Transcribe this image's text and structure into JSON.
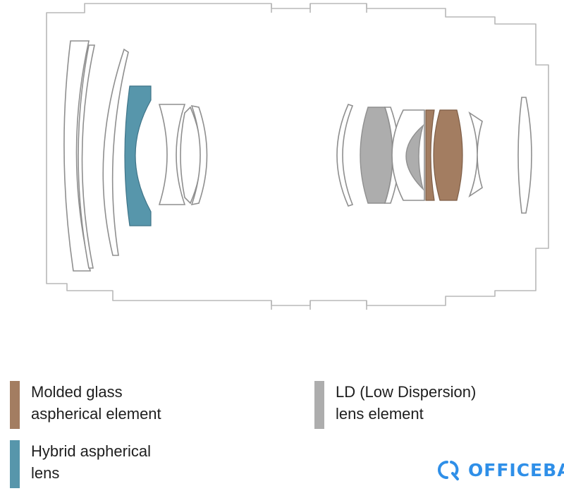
{
  "colors": {
    "molded_glass": "#a37d61",
    "hybrid": "#5796ab",
    "ld": "#adadad",
    "outline": "#b8b8b8",
    "lens_outline": "#8f8f8f",
    "watermark": "#2f8fe8"
  },
  "legend": {
    "items": [
      {
        "id": "molded",
        "line1": "Molded glass",
        "line2": "aspherical element",
        "color_key": "molded_glass"
      },
      {
        "id": "ld",
        "line1": "LD (Low Dispersion)",
        "line2": "lens element",
        "color_key": "ld"
      },
      {
        "id": "hybrid",
        "line1": "Hybrid aspherical",
        "line2": "lens",
        "color_key": "hybrid"
      }
    ]
  },
  "watermark": {
    "text": "OFFICEBA",
    "icon": "officeba-logo-icon"
  }
}
